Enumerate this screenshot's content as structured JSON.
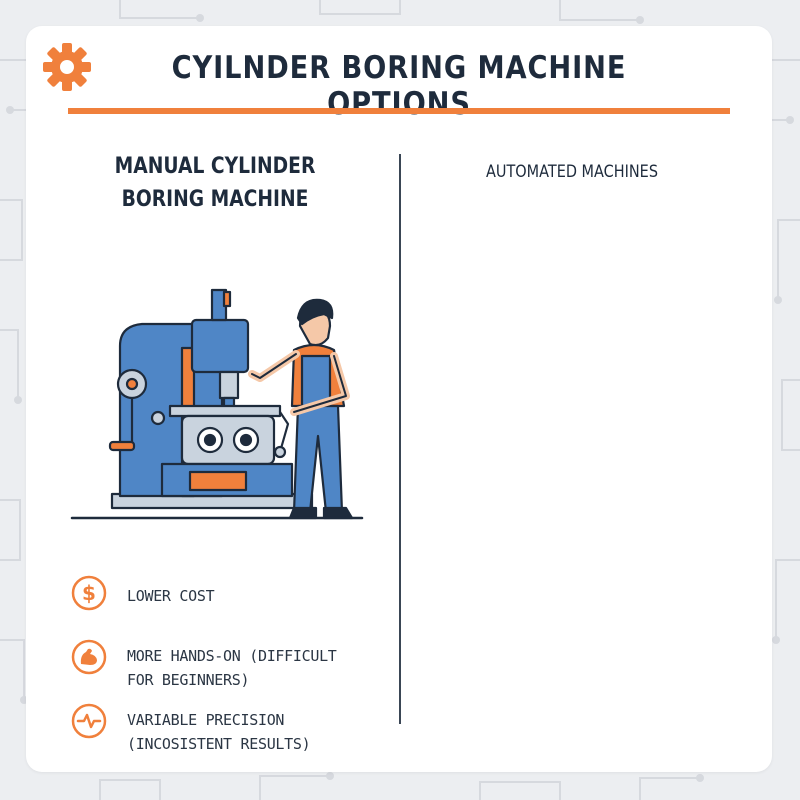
{
  "title": "CYILNDER BORING MACHINE OPTIONS",
  "left_column": {
    "title_line1": "MANUAL CYLINDER",
    "title_line2": "BORING MACHINE",
    "features": [
      {
        "icon": "dollar-icon",
        "line1": "LOWER COST",
        "line2": ""
      },
      {
        "icon": "flexed-arm-icon",
        "line1": "MORE HANDS-ON (DIFFICULT",
        "line2": "FOR BEGINNERS)"
      },
      {
        "icon": "waveform-icon",
        "line1": "VARIABLE PRECISION",
        "line2": "(INCOSISTENT RESULTS)"
      }
    ]
  },
  "right_column": {
    "title": "AUTOMATED MACHINES"
  },
  "colors": {
    "accent": "#f0803c",
    "navy": "#1e2b3c",
    "machine_blue": "#4f86c6",
    "background": "#eceef1"
  }
}
